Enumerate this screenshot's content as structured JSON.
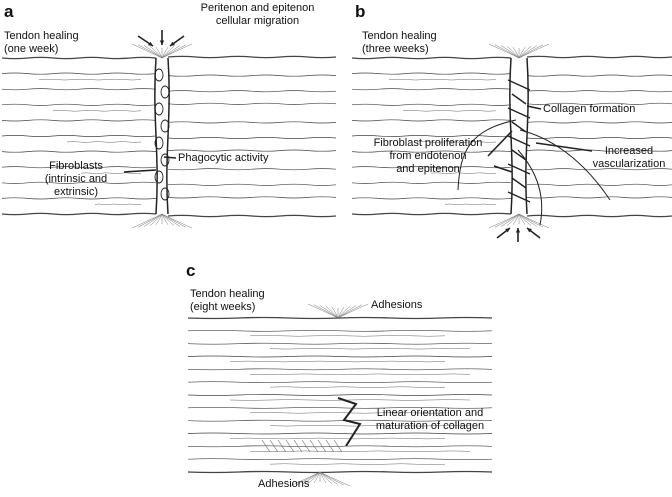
{
  "panels": {
    "a": {
      "letter": "a",
      "title": "Tendon healing\n(one week)",
      "labels": {
        "migration": "Peritenon and epitenon\ncellular migration",
        "phagocytic": "Phagocytic activity",
        "fibroblasts": "Fibroblasts\n(intrinsic and\nextrinsic)"
      }
    },
    "b": {
      "letter": "b",
      "title": "Tendon healing\n(three weeks)",
      "labels": {
        "collagen": "Collagen formation",
        "proliferation": "Fibroblast proliferation\nfrom endotenon\nand epitenon",
        "vascularization": "Increased\nvascularization"
      }
    },
    "c": {
      "letter": "c",
      "title": "Tendon healing\n(eight weeks)",
      "labels": {
        "adhesions_top": "Adhesions",
        "linear": "Linear orientation and\nmaturation of collagen",
        "adhesions_bottom": "Adhesions"
      }
    }
  },
  "colors": {
    "ink": "#222222",
    "fiber": "#444444",
    "background": "#ffffff"
  }
}
